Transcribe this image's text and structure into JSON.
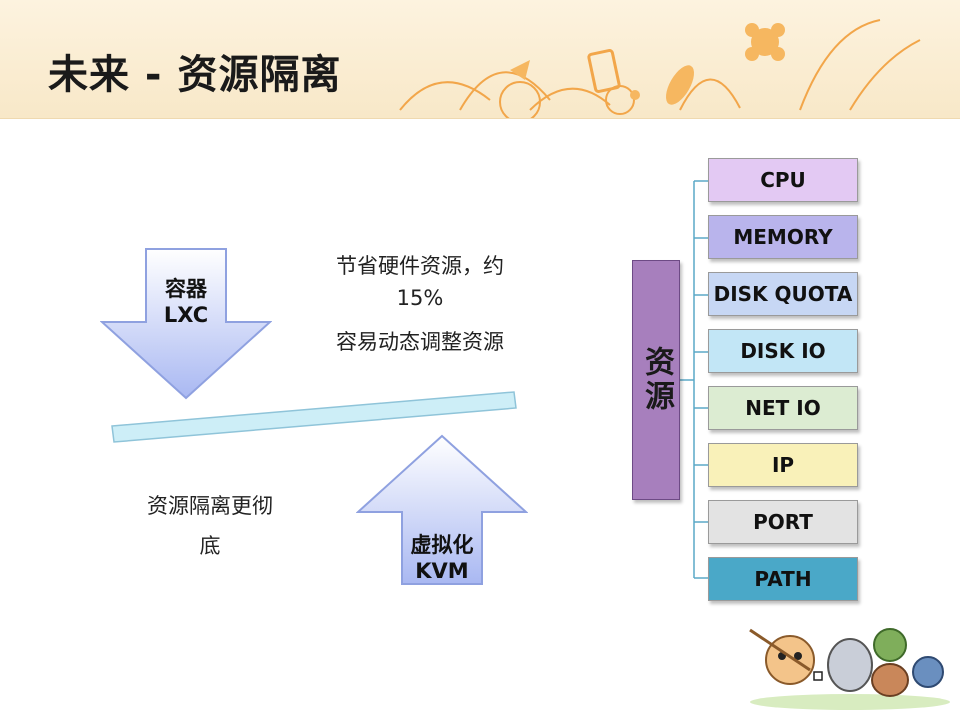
{
  "title": "未来 - 资源隔离",
  "container_arrow": {
    "line1": "容器",
    "line2": "LXC"
  },
  "vm_arrow": {
    "line1": "虚拟化",
    "line2": "KVM"
  },
  "notes": {
    "top_line1": "节省硬件资源，约",
    "top_line2": "15%",
    "top_line3": "容易动态调整资源",
    "bottom_line1": "资源隔离更彻",
    "bottom_line2": "底"
  },
  "resources": {
    "label": "资源",
    "items": [
      {
        "label": "CPU",
        "color": "#e3c9f3"
      },
      {
        "label": "MEMORY",
        "color": "#b9b4ec"
      },
      {
        "label": "DISK QUOTA",
        "color": "#c7d7f4"
      },
      {
        "label": "DISK IO",
        "color": "#c2e6f6"
      },
      {
        "label": "NET IO",
        "color": "#dcecd2"
      },
      {
        "label": "IP",
        "color": "#f9f1b9"
      },
      {
        "label": "PORT",
        "color": "#e3e3e3"
      },
      {
        "label": "PATH",
        "color": "#4aa8c8"
      }
    ]
  },
  "colors": {
    "arrow": "#a9b8f2",
    "bar": "#cdeef7",
    "resource_group": "#a77fbd"
  }
}
